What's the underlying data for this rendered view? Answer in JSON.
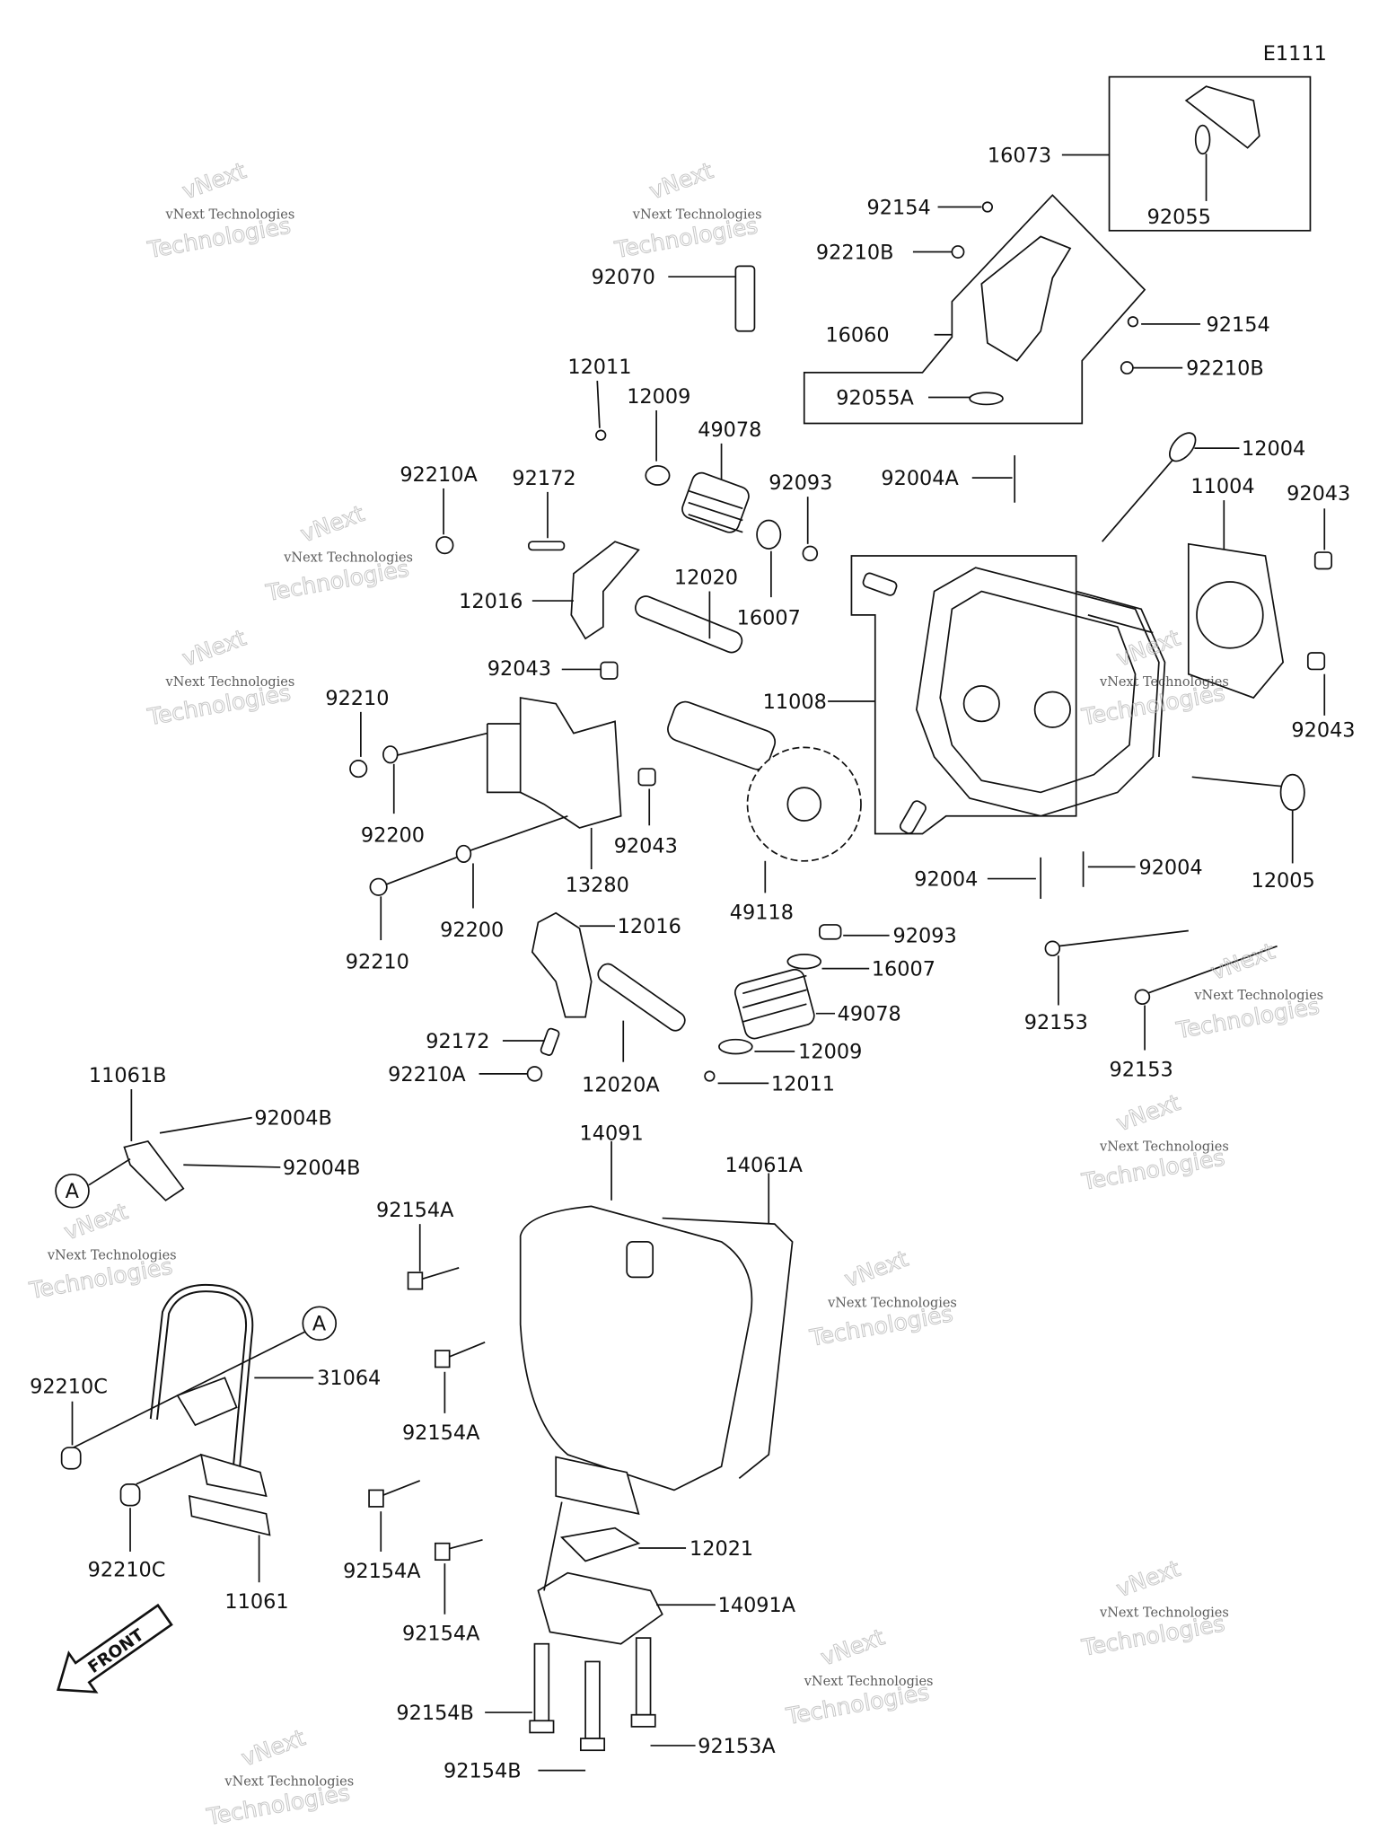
{
  "diagram_code": "E1111",
  "watermark": {
    "line1": "vNext",
    "line2": "vNext Technologies",
    "line3": "Technologies"
  },
  "parts": {
    "p16073": "16073",
    "p92055": "92055",
    "p92154a": "92154",
    "p92210b_a": "92210B",
    "p92070": "92070",
    "p16060": "16060",
    "p92154b": "92154",
    "p92210b_b": "92210B",
    "p92055A": "92055A",
    "p12011a": "12011",
    "p12009a": "12009",
    "p49078a": "49078",
    "p92093a": "92093",
    "p92004A": "92004A",
    "p12004": "12004",
    "p11004": "11004",
    "p92043a": "92043",
    "p92210A_a": "92210A",
    "p92172a": "92172",
    "p12016a": "12016",
    "p12020": "12020",
    "p16007a": "16007",
    "p92043b": "92043",
    "p11008": "11008",
    "p92210a": "92210",
    "p92200a": "92200",
    "p92043c": "92043",
    "p13280": "13280",
    "p49118": "49118",
    "p92004a": "92004",
    "p92004b": "92004",
    "p12005": "12005",
    "p92043d": "92043",
    "p92210b": "92210",
    "p92200b": "92200",
    "p12016b": "12016",
    "p92093b": "92093",
    "p16007b": "16007",
    "p49078b": "49078",
    "p92153a": "92153",
    "p12009b": "12009",
    "p92153b": "92153",
    "p92172b": "92172",
    "p92210A_b": "92210A",
    "p12020A": "12020A",
    "p12011b": "12011",
    "p11061B": "11061B",
    "p92004B_a": "92004B",
    "p92004B_b": "92004B",
    "p14091": "14091",
    "p14061A": "14061A",
    "p92154A_a": "92154A",
    "p31064": "31064",
    "p92210C_a": "92210C",
    "p92154A_b": "92154A",
    "p12021": "12021",
    "p92210C_b": "92210C",
    "p11061": "11061",
    "p92154A_c": "92154A",
    "p14091A": "14091A",
    "p92154A_d": "92154A",
    "p92154B_a": "92154B",
    "p92153A": "92153A",
    "p92154B_b": "92154B"
  },
  "ref_marker": "A",
  "front_label": "FRONT"
}
